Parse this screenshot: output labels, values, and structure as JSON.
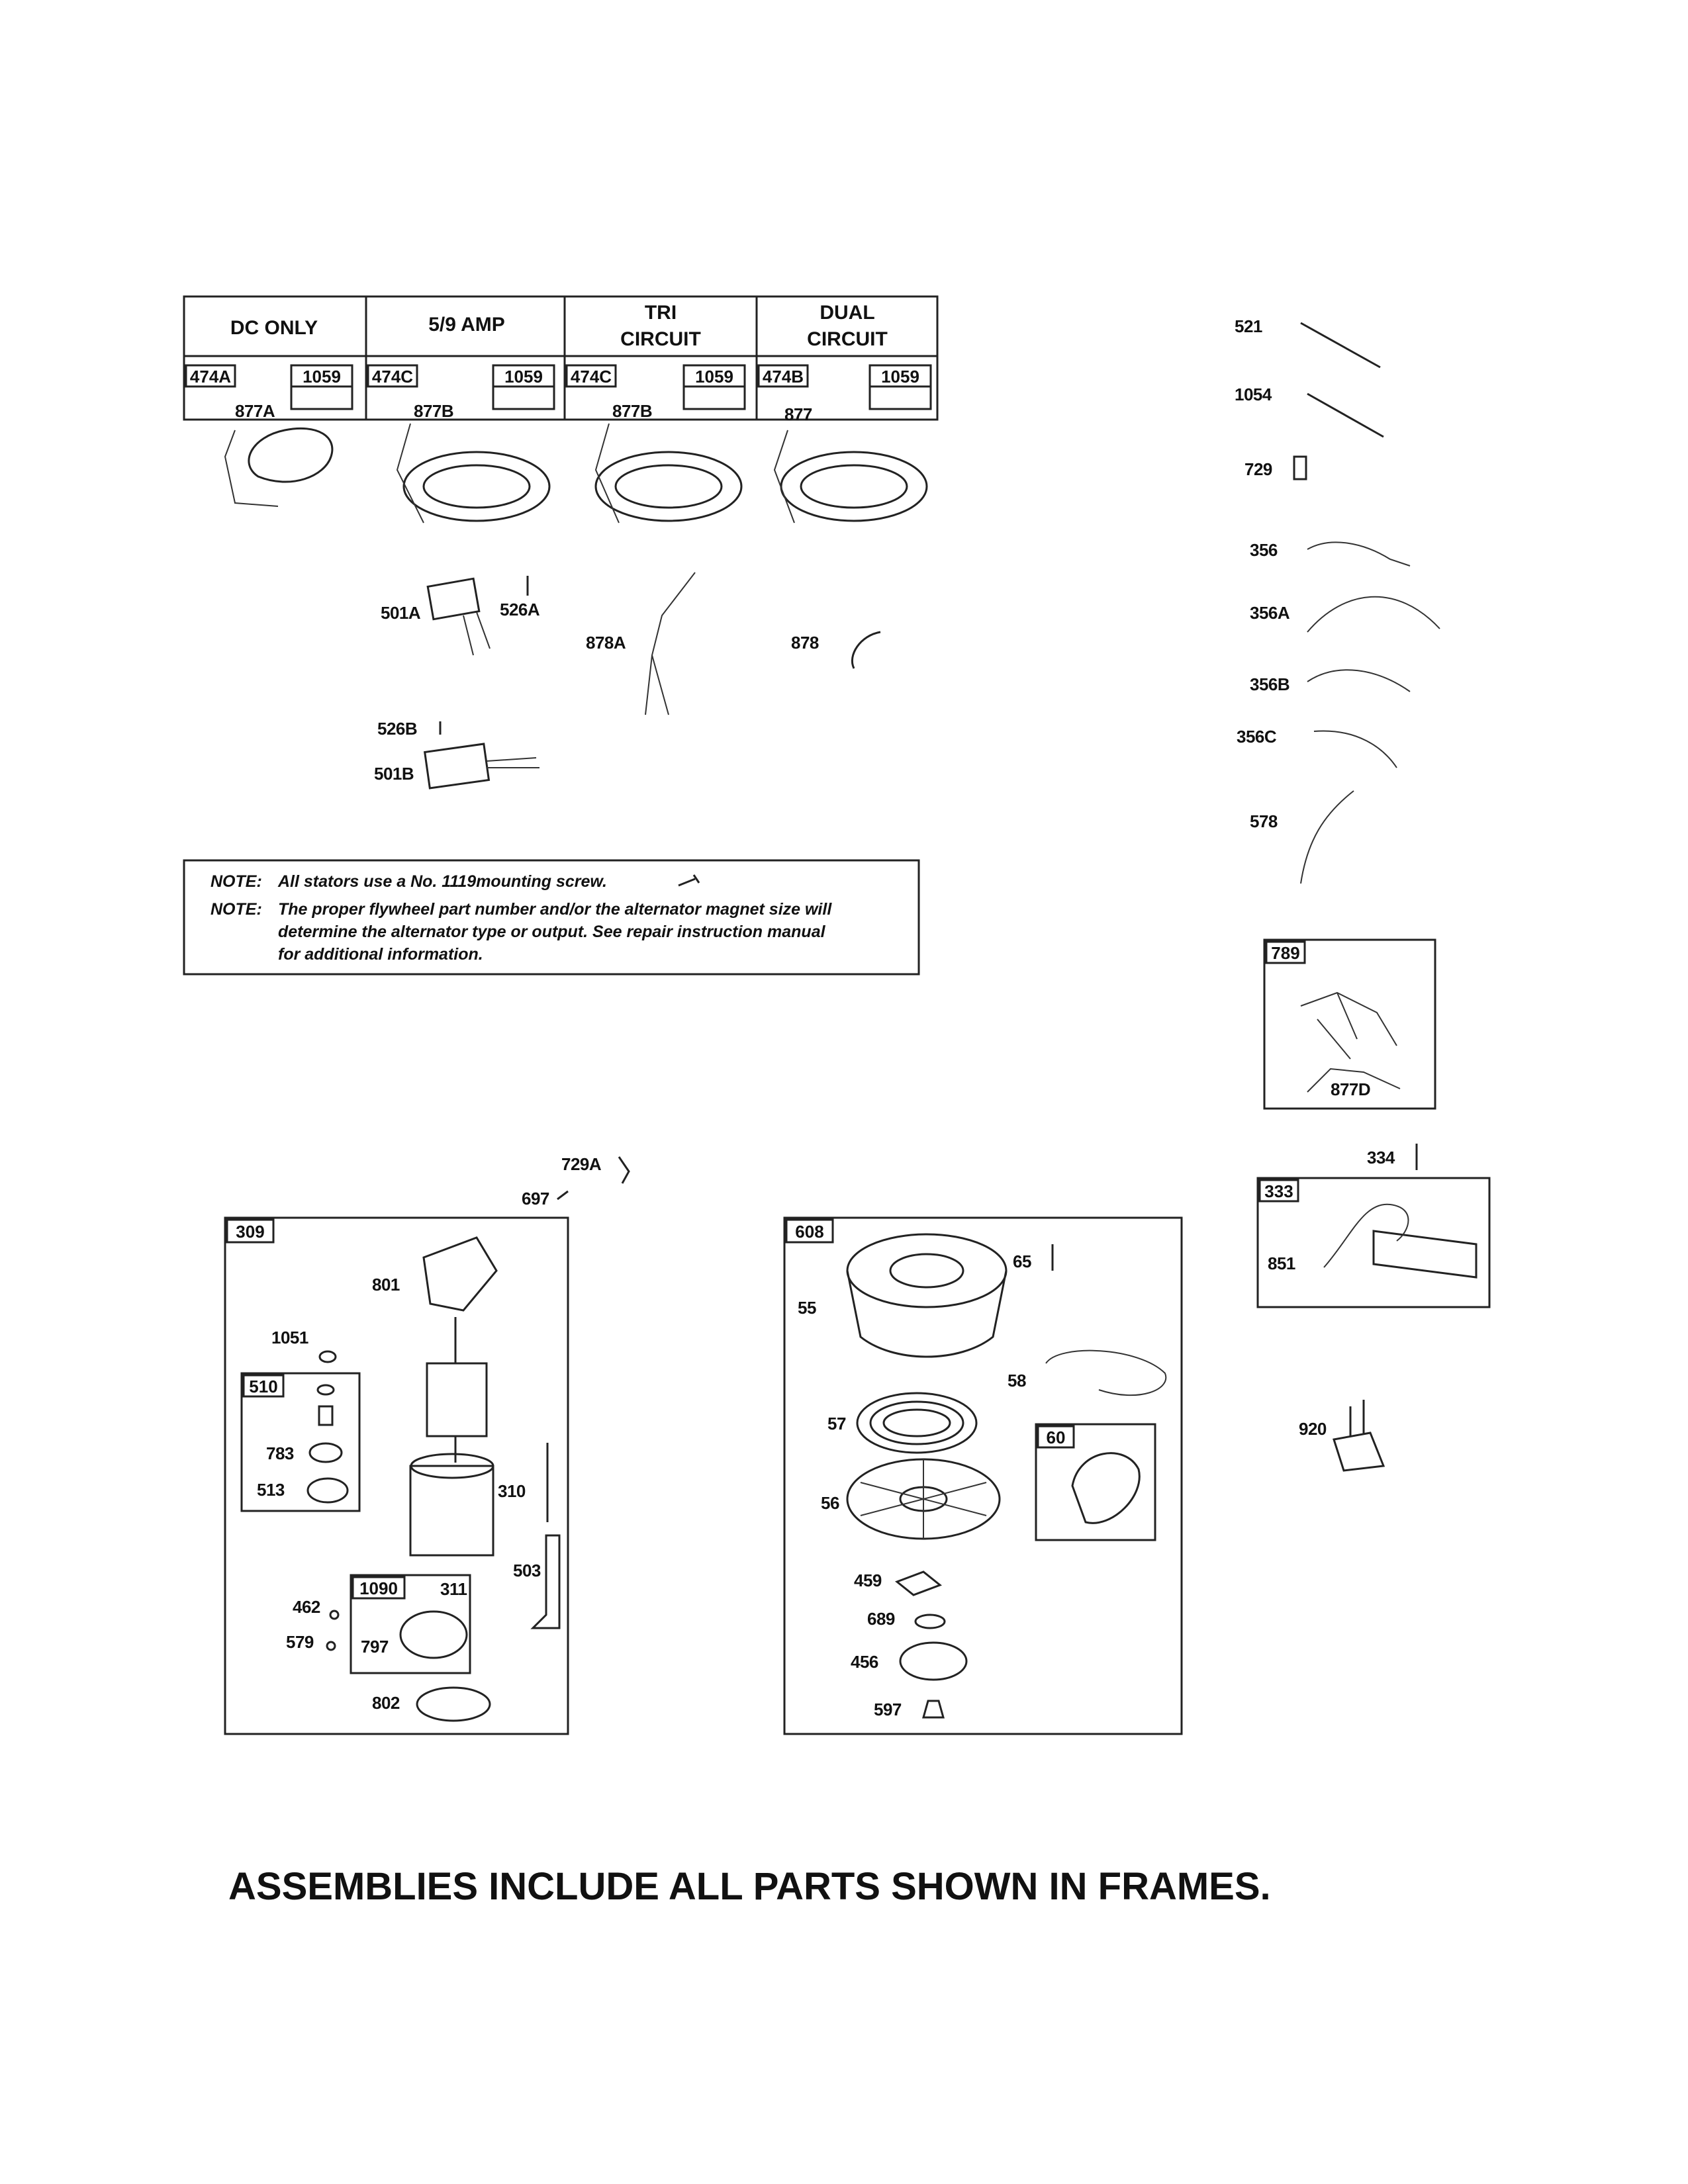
{
  "stator_table": {
    "columns": [
      {
        "header": [
          "DC ONLY"
        ],
        "assembly": "474A",
        "screw": "1059",
        "lead": "877A"
      },
      {
        "header": [
          "5/9 AMP"
        ],
        "assembly": "474C",
        "screw": "1059",
        "lead": "877B"
      },
      {
        "header": [
          "TRI",
          "CIRCUIT"
        ],
        "assembly": "474C",
        "screw": "1059",
        "lead": "877B"
      },
      {
        "header": [
          "DUAL",
          "CIRCUIT"
        ],
        "assembly": "474B",
        "screw": "1059",
        "lead": "877"
      }
    ]
  },
  "callouts": {
    "p501A": "501A",
    "p526A": "526A",
    "p878A": "878A",
    "p878": "878",
    "p526B": "526B",
    "p501B": "501B",
    "p521": "521",
    "p1054": "1054",
    "p729": "729",
    "p356": "356",
    "p356A": "356A",
    "p356B": "356B",
    "p356C": "356C",
    "p578": "578",
    "p729A": "729A",
    "p697": "697",
    "p334": "334",
    "p851": "851",
    "p920": "920",
    "p801": "801",
    "p1051": "1051",
    "p783": "783",
    "p513": "513",
    "p310": "310",
    "p503": "503",
    "p462": "462",
    "p579": "579",
    "p311": "311",
    "p797": "797",
    "p802": "802",
    "p65": "65",
    "p55": "55",
    "p58": "58",
    "p57": "57",
    "p56": "56",
    "p459": "459",
    "p689": "689",
    "p456": "456",
    "p597": "597",
    "p877D": "877D"
  },
  "frames": {
    "f789": "789",
    "f333": "333",
    "f309": "309",
    "f510": "510",
    "f1090": "1090",
    "f608": "608",
    "f60": "60"
  },
  "notes": [
    {
      "label": "NOTE:",
      "lines": [
        "All stators use a No. 1119mounting screw."
      ]
    },
    {
      "label": "NOTE:",
      "lines": [
        "The proper flywheel part number and/or the alternator magnet size will",
        "determine the alternator type or output. See repair instruction manual",
        "for additional information."
      ]
    }
  ],
  "footer": "ASSEMBLIES INCLUDE ALL PARTS SHOWN IN FRAMES."
}
